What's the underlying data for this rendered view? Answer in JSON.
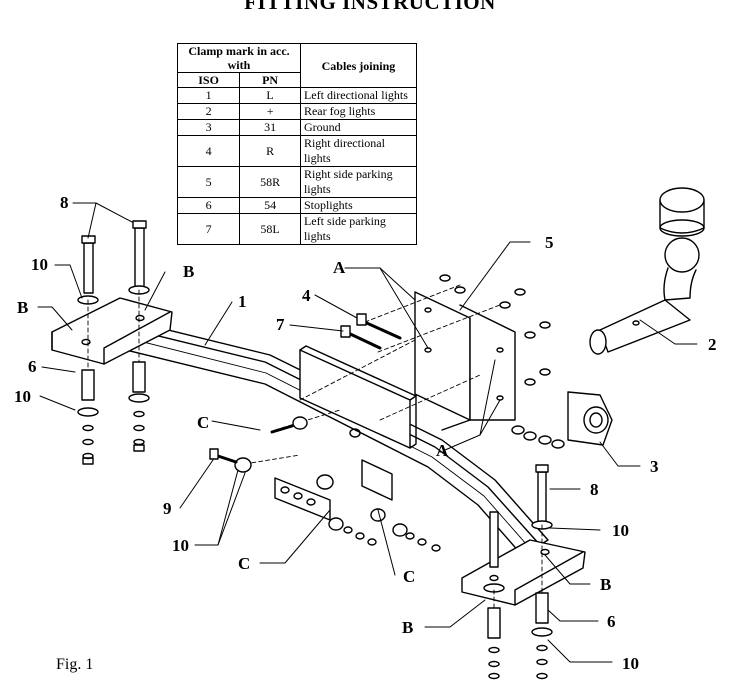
{
  "title": "FITTING INSTRUCTION",
  "figure_label": "Fig. 1",
  "table": {
    "header_clamp": "Clamp mark in acc. with",
    "header_iso": "ISO",
    "header_pn": "PN",
    "header_cables": "Cables joining",
    "rows": [
      {
        "iso": "1",
        "pn": "L",
        "cable": "Left directional lights"
      },
      {
        "iso": "2",
        "pn": "+",
        "cable": "Rear fog lights"
      },
      {
        "iso": "3",
        "pn": "31",
        "cable": "Ground"
      },
      {
        "iso": "4",
        "pn": "R",
        "cable": "Right directional lights"
      },
      {
        "iso": "5",
        "pn": "58R",
        "cable": "Right side parking lights"
      },
      {
        "iso": "6",
        "pn": "54",
        "cable": "Stoplights"
      },
      {
        "iso": "7",
        "pn": "58L",
        "cable": "Left side parking lights"
      }
    ]
  },
  "callouts": {
    "c1": "1",
    "c2": "2",
    "c3": "3",
    "c4": "4",
    "c5": "5",
    "c6a": "6",
    "c6b": "6",
    "c7": "7",
    "c8a": "8",
    "c8b": "8",
    "c9": "9",
    "c10a": "10",
    "c10b": "10",
    "c10c": "10",
    "c10d": "10",
    "c10e": "10",
    "cA1": "A",
    "cA2": "A",
    "cB1": "B",
    "cB2": "B",
    "cB3": "B",
    "cB4": "B",
    "cC1": "C",
    "cC2": "C",
    "cC3": "C"
  }
}
